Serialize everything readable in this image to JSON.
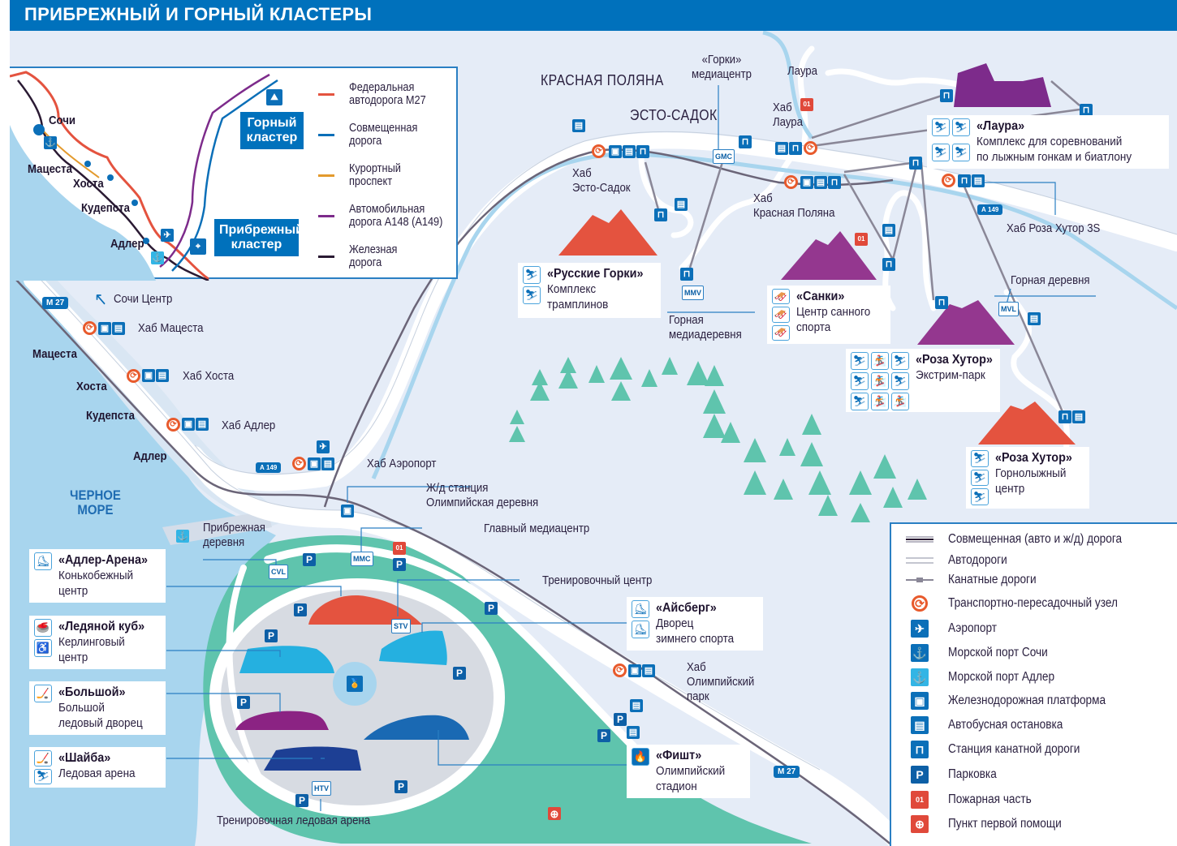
{
  "title": "ПРИБРЕЖНЫЙ И ГОРНЫЙ КЛАСТЕРЫ",
  "colors": {
    "brand_blue": "#0071bc",
    "map_background": "#e5ecf7",
    "sea": "#a8d5ee",
    "park_green": "#5fc4ad",
    "road_white": "#ffffff",
    "rail_gray": "#6b6578",
    "hub_orange": "#e85a2c",
    "adler_arena_red": "#e4533f",
    "bolshoy_purple": "#8b2383",
    "shayba_navy": "#1d3f94",
    "iceberg_cyan": "#25b0e0"
  },
  "inset_map": {
    "cities": [
      "Сочи",
      "Мацеста",
      "Хоста",
      "Кудепста",
      "Адлер"
    ],
    "clusters": {
      "mountain": "Горный кластер",
      "coastal": "Прибрежный кластер"
    },
    "legend": [
      {
        "label_line1": "Федеральная",
        "label_line2": "автодорога М27",
        "color": "#e4533f"
      },
      {
        "label_line1": "Совмещенная",
        "label_line2": "дорога",
        "color": "#0b6fb8"
      },
      {
        "label_line1": "Курортный",
        "label_line2": "проспект",
        "color": "#e39a2d"
      },
      {
        "label_line1": "Автомобильная",
        "label_line2": "дорога А148 (А149)",
        "color": "#7d2b8b"
      },
      {
        "label_line1": "Железная",
        "label_line2": "дорога",
        "color": "#2a1a33"
      }
    ]
  },
  "coastal": {
    "road_shields": {
      "m27_top": "М 27",
      "a149": "А 149",
      "m27_bottom": "М 27"
    },
    "sochi_center": "Сочи Центр",
    "stations": [
      "Мацеста",
      "Хоста",
      "Кудепста",
      "Адлер"
    ],
    "hubs": {
      "matsesta": "Хаб Мацеста",
      "khosta": "Хаб Хоста",
      "adler": "Хаб Адлер",
      "airport": "Хаб Аэропорт",
      "olympic_park_line1": "Хаб",
      "olympic_park_line2": "Олимпийский",
      "olympic_park_line3": "парк"
    },
    "sea_line1": "ЧЕРНОЕ",
    "sea_line2": "МОРЕ",
    "rail_station_line1": "Ж/д станция",
    "rail_station_line2": "Олимпийская деревня",
    "coastal_village_line1": "Прибрежная",
    "coastal_village_line2": "деревня",
    "main_media_center": "Главный медиацентр",
    "training_center": "Тренировочный центр",
    "training_ice_arena": "Тренировочная ледовая арена",
    "tags": {
      "cvl": "CVL",
      "mmc": "MMC",
      "stv": "STV",
      "htv": "HTV"
    },
    "venues": [
      {
        "name": "«Адлер-Арена»",
        "line1": "Конькобежный",
        "line2": "центр",
        "sports": [
          "speed-skating"
        ]
      },
      {
        "name": "«Ледяной куб»",
        "line1": "Керлинговый",
        "line2": "центр",
        "sports": [
          "curling",
          "wheelchair-curling"
        ]
      },
      {
        "name": "«Большой»",
        "line1": "Большой",
        "line2": "ледовый дворец",
        "sports": [
          "ice-hockey"
        ]
      },
      {
        "name": "«Шайба»",
        "line1": "Ледовая арена",
        "line2": "",
        "sports": [
          "ice-hockey",
          "sledge-hockey"
        ]
      },
      {
        "name": "«Айсберг»",
        "line1": "Дворец",
        "line2": "зимнего спорта",
        "sports": [
          "short-track",
          "figure-skating"
        ]
      },
      {
        "name": "«Фишт»",
        "line1": "Олимпийский",
        "line2": "стадион",
        "sports": [
          "olympic-flame"
        ]
      }
    ]
  },
  "mountain": {
    "krasnaya_polyana": "КРАСНАЯ ПОЛЯНА",
    "esto_sadok": "ЭСТО-САДОК",
    "laura_place": "Лаура",
    "gorki_media_line1": "«Горки»",
    "gorki_media_line2": "медиацентр",
    "hub_esto_line1": "Хаб",
    "hub_esto_line2": "Эсто-Садок",
    "hub_laura_line1": "Хаб",
    "hub_laura_line2": "Лаура",
    "hub_kp_line1": "Хаб",
    "hub_kp_line2": "Красная Поляна",
    "hub_roza": "Хаб Роза Хутор 3S",
    "mountain_village": "Горная деревня",
    "mountain_media_line1": "Горная",
    "mountain_media_line2": "медиадеревня",
    "tags": {
      "gmc": "GMC",
      "mmv": "MMV",
      "mvl": "MVL"
    },
    "road_shield": "А 149",
    "venues": [
      {
        "name": "«Русские Горки»",
        "line1": "Комплекс",
        "line2": "трамплинов",
        "sports": [
          "ski-jumping",
          "nordic-combined"
        ]
      },
      {
        "name": "«Санки»",
        "line1": "Центр санного",
        "line2": "спорта",
        "sports": [
          "bobsleigh",
          "luge",
          "skeleton"
        ]
      },
      {
        "name": "«Лаура»",
        "line1": "Комплекс для соревнований",
        "line2": "по лыжным гонкам и биатлону",
        "sports": [
          "biathlon",
          "cross-country",
          "para-biathlon",
          "para-cross-country"
        ]
      },
      {
        "name": "«Роза Хутор»",
        "line1": "Экстрим-парк",
        "line2": "",
        "sports": [
          "freestyle",
          "snowboard",
          "freestyle-aerials",
          "ski-cross",
          "snowboard-cross",
          "moguls",
          "halfpipe",
          "slopestyle",
          "parallel"
        ]
      },
      {
        "name": "«Роза Хутор»",
        "line1": "Горнолыжный",
        "line2": "центр",
        "sports": [
          "alpine-skiing",
          "para-alpine",
          "super-g"
        ]
      }
    ]
  },
  "legend": [
    {
      "icon": "combined-road-line",
      "label": "Совмещенная (авто и ж/д) дорога"
    },
    {
      "icon": "roads-line",
      "label": "Автодороги"
    },
    {
      "icon": "cable-car-line",
      "label": "Канатные дороги"
    },
    {
      "icon": "transport-hub-icon",
      "label": "Транспортно-пересадочный узел"
    },
    {
      "icon": "airport-icon",
      "label": "Аэропорт"
    },
    {
      "icon": "sochi-seaport-icon",
      "label": "Морской порт Сочи"
    },
    {
      "icon": "adler-seaport-icon",
      "label": "Морской порт Адлер"
    },
    {
      "icon": "railway-platform-icon",
      "label": "Железнодорожная платформа"
    },
    {
      "icon": "bus-stop-icon",
      "label": "Автобусная остановка"
    },
    {
      "icon": "cable-car-station-icon",
      "label": "Станция канатной дороги"
    },
    {
      "icon": "parking-icon",
      "label": "Парковка"
    },
    {
      "icon": "fire-station-icon",
      "label": "Пожарная часть"
    },
    {
      "icon": "first-aid-icon",
      "label": "Пункт первой помощи"
    }
  ],
  "legend_glyphs": {
    "parking": "P",
    "fire": "01"
  }
}
